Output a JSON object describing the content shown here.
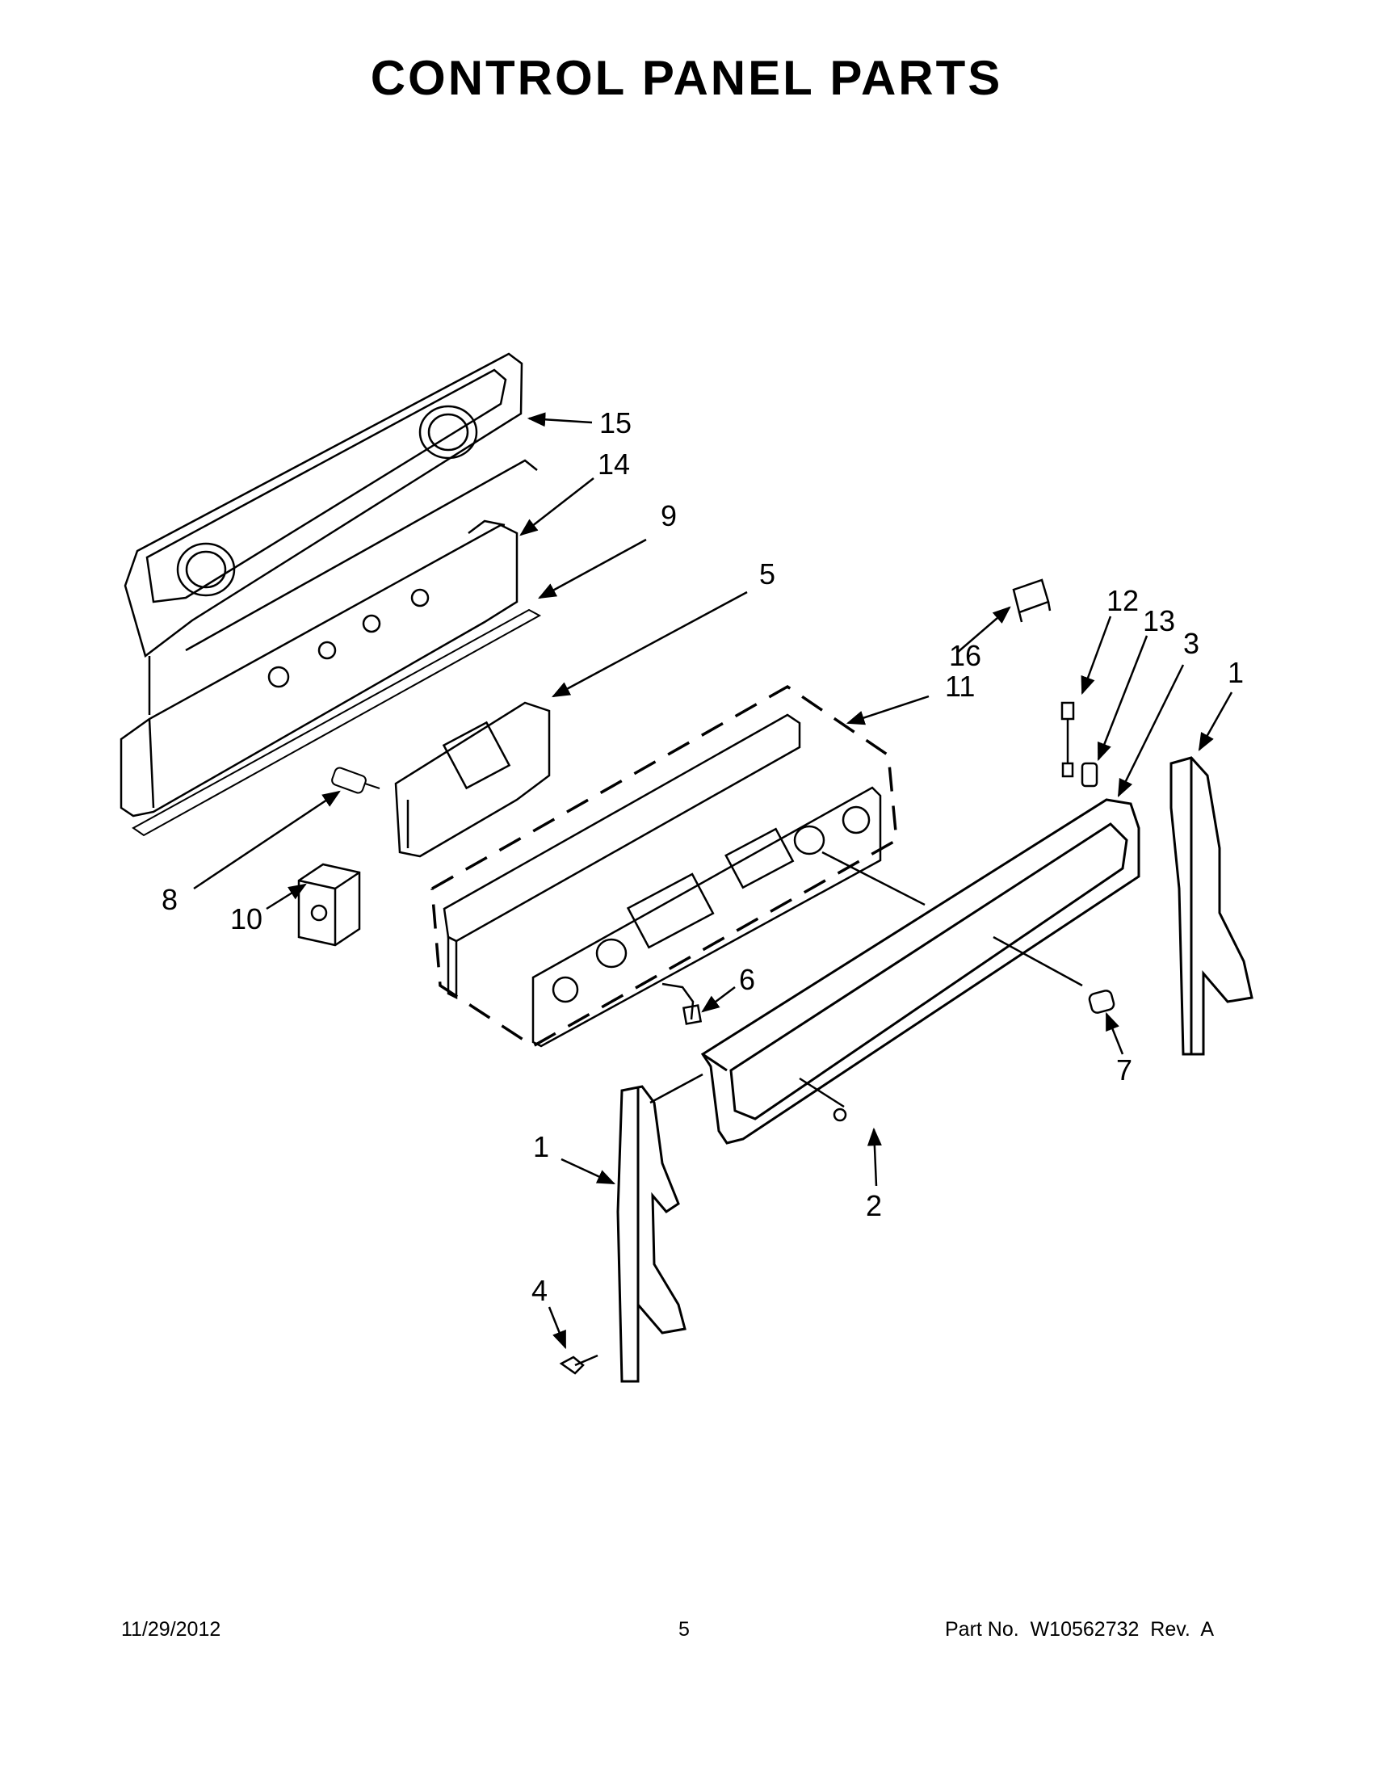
{
  "title": "CONTROL PANEL PARTS",
  "callouts": [
    "15",
    "14",
    "9",
    "5",
    "16",
    "11",
    "12",
    "13",
    "3",
    "1",
    "8",
    "10",
    "6",
    "7",
    "1",
    "2",
    "4"
  ],
  "footer": {
    "date": "11/29/2012",
    "page": "5",
    "part_no": "Part No.  W10562732  Rev.  A"
  }
}
